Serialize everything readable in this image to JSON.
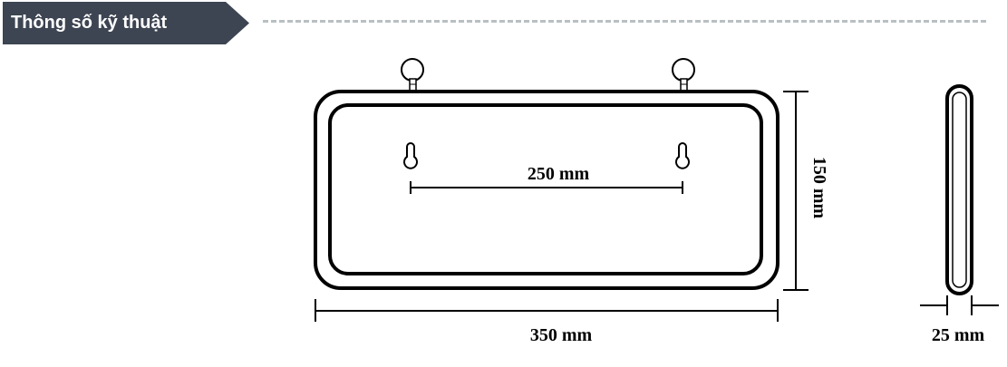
{
  "header": {
    "title": "Thông số kỹ thuật"
  },
  "dimensions": {
    "hole_spacing": "250 mm",
    "width": "350 mm",
    "height": "150 mm",
    "depth": "25 mm"
  },
  "colors": {
    "header_bg": "#3d4452",
    "header_text": "#ffffff",
    "divider": "#b9c0c3",
    "line": "#000000"
  }
}
